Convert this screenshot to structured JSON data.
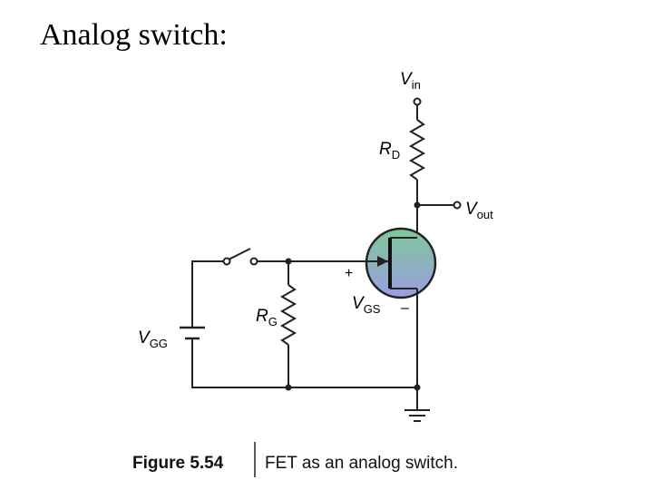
{
  "title": "Analog switch:",
  "labels": {
    "vin": {
      "main": "V",
      "sub": "in"
    },
    "rd": {
      "main": "R",
      "sub": "D"
    },
    "vout": {
      "main": "V",
      "sub": "out"
    },
    "rg": {
      "main": "R",
      "sub": "G"
    },
    "vgs": {
      "main": "V",
      "sub": "GS"
    },
    "vgg": {
      "main": "V",
      "sub": "GG"
    },
    "plus": "+",
    "minus": "–"
  },
  "caption": {
    "figure": "Figure 5.54",
    "text": "FET as an analog switch."
  },
  "colors": {
    "fet_fill_top": "#7fc89a",
    "fet_fill_bottom": "#9a9ee0"
  }
}
